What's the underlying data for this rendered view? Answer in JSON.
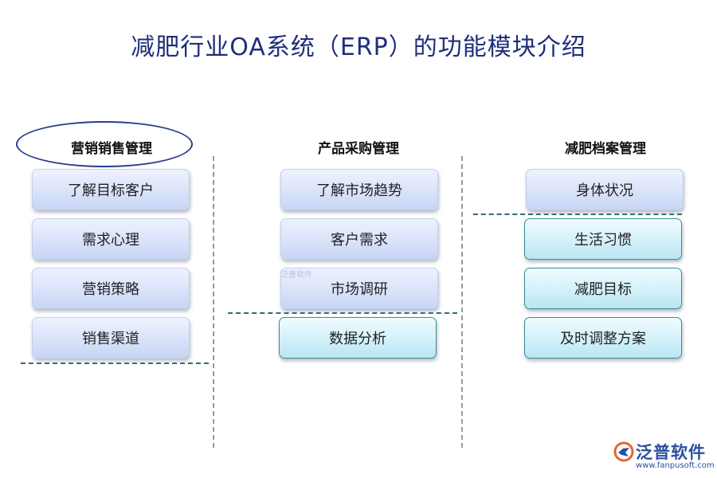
{
  "title": "减肥行业OA系统（ERP）的功能模块介绍",
  "columns": [
    {
      "header": "营销销售管理",
      "items": [
        {
          "label": "了解目标客户",
          "style": "blue"
        },
        {
          "label": "需求心理",
          "style": "blue"
        },
        {
          "label": "营销策略",
          "style": "blue"
        },
        {
          "label": "销售渠道",
          "style": "blue"
        }
      ]
    },
    {
      "header": "产品采购管理",
      "items": [
        {
          "label": "了解市场趋势",
          "style": "blue"
        },
        {
          "label": "客户需求",
          "style": "blue"
        },
        {
          "label": "市场调研",
          "style": "blue"
        },
        {
          "label": "数据分析",
          "style": "cyan"
        }
      ]
    },
    {
      "header": "减肥档案管理",
      "items": [
        {
          "label": "身体状况",
          "style": "blue"
        },
        {
          "label": "生活习惯",
          "style": "cyan"
        },
        {
          "label": "减肥目标",
          "style": "cyan"
        },
        {
          "label": "及时调整方案",
          "style": "cyan"
        }
      ]
    }
  ],
  "watermark": "泛普软件",
  "logo": {
    "name": "泛普软件",
    "url": "www.fanpusoft.com"
  },
  "colors": {
    "title": "#1f2f7a",
    "ellipse_border": "#2a3d8f",
    "cyan_border": "#3a8f94",
    "divider": "#9a9a9a",
    "separator": "#2f6d78",
    "logo": "#2b4f9e"
  }
}
